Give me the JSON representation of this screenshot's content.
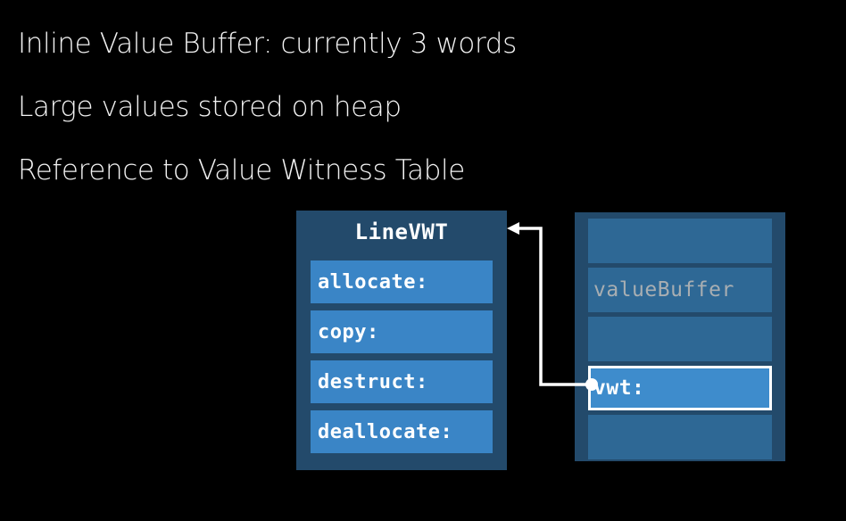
{
  "slide": {
    "background_color": "#000000",
    "bullets": [
      "Inline Value Buffer: currently 3 words",
      "Large values stored on heap",
      "Reference to Value Witness Table"
    ]
  },
  "diagram": {
    "colors": {
      "box_background": "#234a6b",
      "row_active": "#3a85c6",
      "row_muted": "#2e6895",
      "row_highlight": "#3e8ccc",
      "text_primary": "#ffffff",
      "text_muted": "#a8aeb2",
      "connector": "#ffffff"
    },
    "witness_table": {
      "title": "LineVWT",
      "rows": [
        {
          "label": "allocate:"
        },
        {
          "label": "copy:"
        },
        {
          "label": "destruct:"
        },
        {
          "label": "deallocate:"
        }
      ]
    },
    "instance": {
      "rows": [
        {
          "label": "",
          "state": "blank"
        },
        {
          "label": "valueBuffer",
          "state": "muted"
        },
        {
          "label": "",
          "state": "blank"
        },
        {
          "label": "vwt:",
          "state": "highlight"
        },
        {
          "label": "",
          "state": "blank"
        }
      ]
    },
    "connector": {
      "name": "vwt-points-to-linevwt",
      "from_row": "vwt:",
      "to_box": "LineVWT"
    }
  }
}
